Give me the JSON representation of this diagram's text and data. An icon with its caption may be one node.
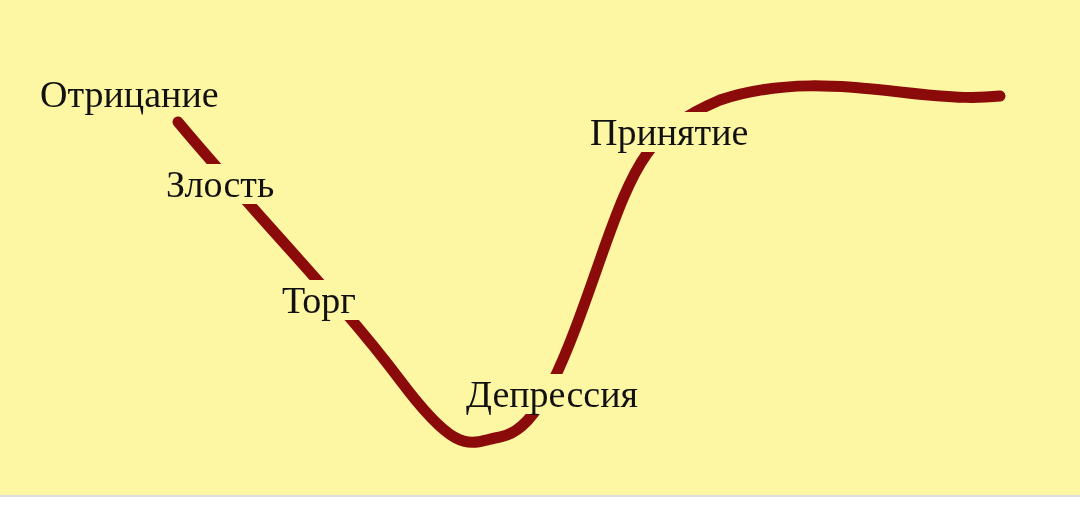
{
  "diagram": {
    "labels": [
      "Отрицание",
      "Злость",
      "Торг",
      "Депрессия",
      "Принятие"
    ]
  }
}
